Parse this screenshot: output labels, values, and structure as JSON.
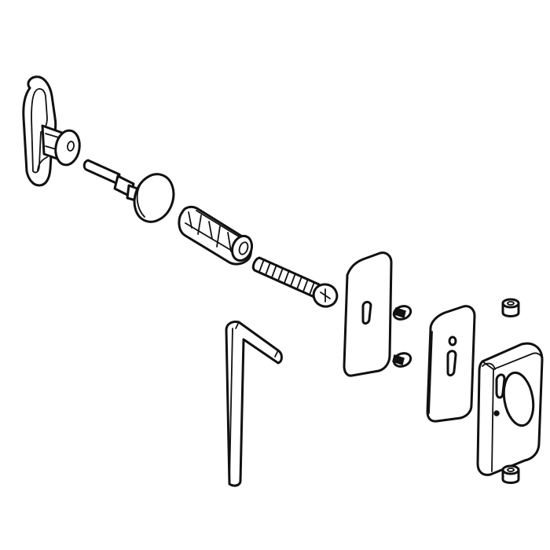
{
  "diagram": {
    "type": "exploded-assembly-drawing",
    "background_color": "#ffffff",
    "line_color": "#111111",
    "parts": [
      {
        "id": "hook-bracket",
        "icon": "hook-bracket-icon"
      },
      {
        "id": "mushroom-stud",
        "icon": "mushroom-stud-icon"
      },
      {
        "id": "wall-anchor",
        "icon": "wall-anchor-icon"
      },
      {
        "id": "threaded-screw",
        "icon": "threaded-screw-icon"
      },
      {
        "id": "rear-mounting-plate",
        "icon": "mounting-plate-icon"
      },
      {
        "id": "small-screw-upper",
        "icon": "small-screw-icon"
      },
      {
        "id": "small-screw-lower",
        "icon": "small-screw-icon"
      },
      {
        "id": "front-mounting-plate",
        "icon": "mounting-plate-icon"
      },
      {
        "id": "catch-housing",
        "icon": "catch-housing-icon"
      },
      {
        "id": "top-spacer",
        "icon": "spacer-icon"
      },
      {
        "id": "bottom-spacer",
        "icon": "spacer-icon"
      },
      {
        "id": "hex-key",
        "icon": "hex-key-icon"
      }
    ]
  }
}
